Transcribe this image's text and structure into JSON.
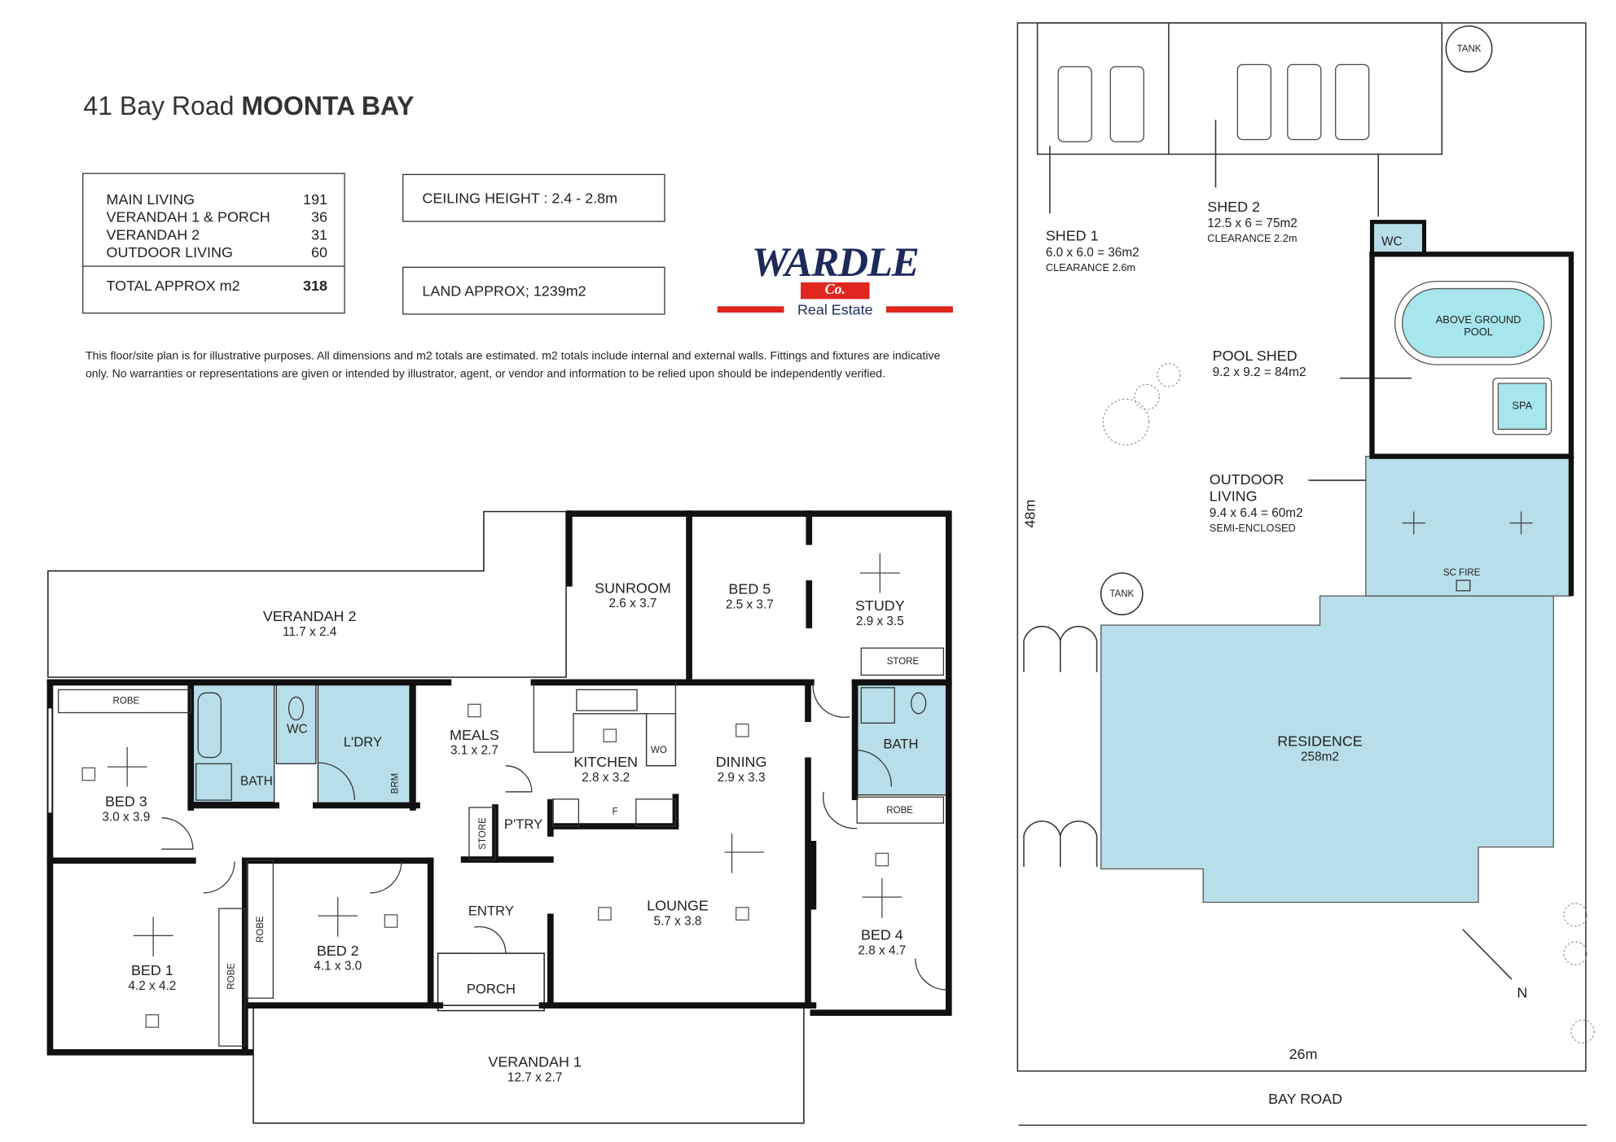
{
  "header": {
    "address": "41 Bay Road",
    "suburb": "MOONTA BAY"
  },
  "areas": {
    "rows": [
      {
        "label": "MAIN LIVING",
        "value": "191"
      },
      {
        "label": "VERANDAH 1 & PORCH",
        "value": "36"
      },
      {
        "label": "VERANDAH 2",
        "value": "31"
      },
      {
        "label": "OUTDOOR LIVING",
        "value": "60"
      }
    ],
    "total_label": "TOTAL APPROX m2",
    "total_value": "318"
  },
  "ceiling": "CEILING HEIGHT : 2.4 - 2.8m",
  "land": "LAND APPROX; 1239m2",
  "logo": {
    "text": "WARDLE",
    "co": "Co.",
    "sub": "Real Estate",
    "colors": {
      "navy": "#1c2a5a",
      "red": "#e0261f"
    }
  },
  "disclaimer": "This floor/site plan is for illustrative purposes. All dimensions and m2 totals are estimated. m2 totals include internal and external walls. Fittings and fixtures are indicative only. No warranties or representations are given or intended by illustrator, agent, or vendor and information to be relied upon should be independently verified.",
  "floorplan": {
    "colors": {
      "wet_area": "#b8dfe9",
      "wall": "#111111"
    },
    "rooms": [
      {
        "name": "VERANDAH 2",
        "dims": "11.7 x 2.4"
      },
      {
        "name": "SUNROOM",
        "dims": "2.6 x 3.7"
      },
      {
        "name": "BED 5",
        "dims": "2.5 x 3.7"
      },
      {
        "name": "STUDY",
        "dims": "2.9 x 3.5"
      },
      {
        "name": "BED 3",
        "dims": "3.0 x 3.9"
      },
      {
        "name": "MEALS",
        "dims": "3.1 x 2.7"
      },
      {
        "name": "KITCHEN",
        "dims": "2.8 x 3.2"
      },
      {
        "name": "DINING",
        "dims": "2.9 x 3.3"
      },
      {
        "name": "BED 1",
        "dims": "4.2 x 4.2"
      },
      {
        "name": "BED 2",
        "dims": "4.1 x 3.0"
      },
      {
        "name": "LOUNGE",
        "dims": "5.7 x 3.8"
      },
      {
        "name": "BED 4",
        "dims": "2.8 x 4.7"
      },
      {
        "name": "VERANDAH 1",
        "dims": "12.7 x 2.7"
      }
    ],
    "small_labels": {
      "robe": "ROBE",
      "store": "STORE",
      "bath": "BATH",
      "wc": "WC",
      "laundry": "L'DRY",
      "brm": "BRM",
      "wo": "WO",
      "f": "F",
      "pantry": "P'TRY",
      "entry": "ENTRY",
      "porch": "PORCH"
    }
  },
  "siteplan": {
    "colors": {
      "residence": "#b8dfe9",
      "pool": "#a6e6ec"
    },
    "tank": "TANK",
    "shed1": {
      "name": "SHED 1",
      "dims": "6.0 x 6.0 = 36m2",
      "note": "CLEARANCE 2.6m"
    },
    "shed2": {
      "name": "SHED 2",
      "dims": "12.5 x 6 = 75m2",
      "note": "CLEARANCE 2.2m"
    },
    "wc": "WC",
    "pool": "ABOVE GROUND POOL",
    "spa": "SPA",
    "pool_shed": {
      "name": "POOL SHED",
      "dims": "9.2 x 9.2 = 84m2"
    },
    "outdoor": {
      "name1": "OUTDOOR",
      "name2": "LIVING",
      "dims": "9.4 x 6.4 = 60m2",
      "note": "SEMI-ENCLOSED"
    },
    "sc_fire": "SC FIRE",
    "residence": {
      "name": "RESIDENCE",
      "area": "258m2"
    },
    "depth": "48m",
    "width": "26m",
    "north": "N",
    "road": "BAY ROAD"
  }
}
